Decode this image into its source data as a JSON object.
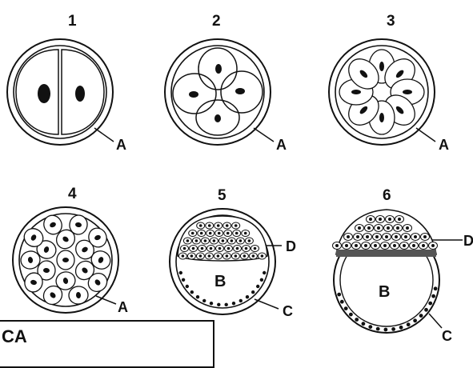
{
  "stages": [
    {
      "number": "1",
      "callouts": [
        "A"
      ]
    },
    {
      "number": "2",
      "callouts": [
        "A"
      ]
    },
    {
      "number": "3",
      "callouts": [
        "A"
      ]
    },
    {
      "number": "4",
      "callouts": [
        "A"
      ]
    },
    {
      "number": "5",
      "callouts": [
        "D",
        "B",
        "C"
      ]
    },
    {
      "number": "6",
      "callouts": [
        "D",
        "B",
        "C"
      ]
    }
  ],
  "corner_box": {
    "text": "CA"
  },
  "colors": {
    "ink": "#111111",
    "background": "#ffffff"
  }
}
